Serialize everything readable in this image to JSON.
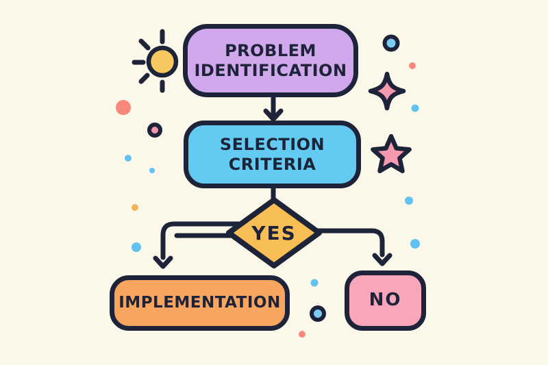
{
  "palette": {
    "background": "#FBF7E9",
    "ink": "#1D2338",
    "node_purple": "#D2A8EC",
    "node_blue": "#63CBF2",
    "diamond_yellow": "#F6BE55",
    "node_orange": "#F8A55F",
    "node_pink": "#F9A6BA",
    "star_pink": "#F799AF",
    "sun_yellow": "#F8C860",
    "dot_salmon": "#F8897A",
    "dot_blue": "#5FC2F0",
    "dot_blue_light": "#7CCBF2",
    "dot_pink": "#F593A8",
    "dot_orange": "#F0B45C"
  },
  "nodes": {
    "problem": {
      "line1": "PROBLEM",
      "line2": "IDENTIFICATION"
    },
    "selection": {
      "line1": "SELECTION",
      "line2": "CRITERIA"
    },
    "decision": {
      "label": "YES"
    },
    "implementation": {
      "label": "IMPLEMENTATION"
    },
    "no": {
      "label": "NO"
    }
  }
}
